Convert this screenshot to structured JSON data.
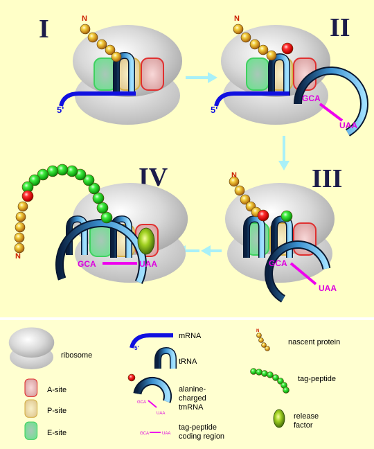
{
  "panels": [
    {
      "numeral": "I"
    },
    {
      "numeral": "II"
    },
    {
      "numeral": "III"
    },
    {
      "numeral": "IV"
    }
  ],
  "labels": {
    "n_terminus": "N",
    "five_prime": "5'",
    "codon_gca": "GCA",
    "codon_uaa": "UAA"
  },
  "legend": {
    "ribosome": "ribosome",
    "mrna": "mRNA",
    "trna": "tRNA",
    "tmrna": [
      "alanine-",
      "charged",
      "tmRNA"
    ],
    "tag_coding": [
      "tag-peptide",
      "coding region"
    ],
    "nascent": "nascent protein",
    "tag_peptide": "tag-peptide",
    "release_factor": [
      "release",
      "factor"
    ],
    "a_site": "A-site",
    "p_site": "P-site",
    "e_site": "E-site"
  },
  "colors": {
    "background": "#ffffc8",
    "legend_background": "#ffffd0",
    "separator": "#ffffff",
    "mrna": "#1010e0",
    "tmrna_coding": "#ee00ee",
    "arrow": "#a8f0f8",
    "numeral": "#1c1c4a",
    "five_prime_text": "#1010e0",
    "n_text": "#cc2200",
    "codon_text": "#dd00dd",
    "a_site": "#e03030",
    "p_site": "#d4b048",
    "e_site": "#40d060",
    "nascent_bead": "#d8a020",
    "tag_bead": "#20c020",
    "alanine_bead": "#e01010",
    "release_factor": "#6a9a10"
  }
}
